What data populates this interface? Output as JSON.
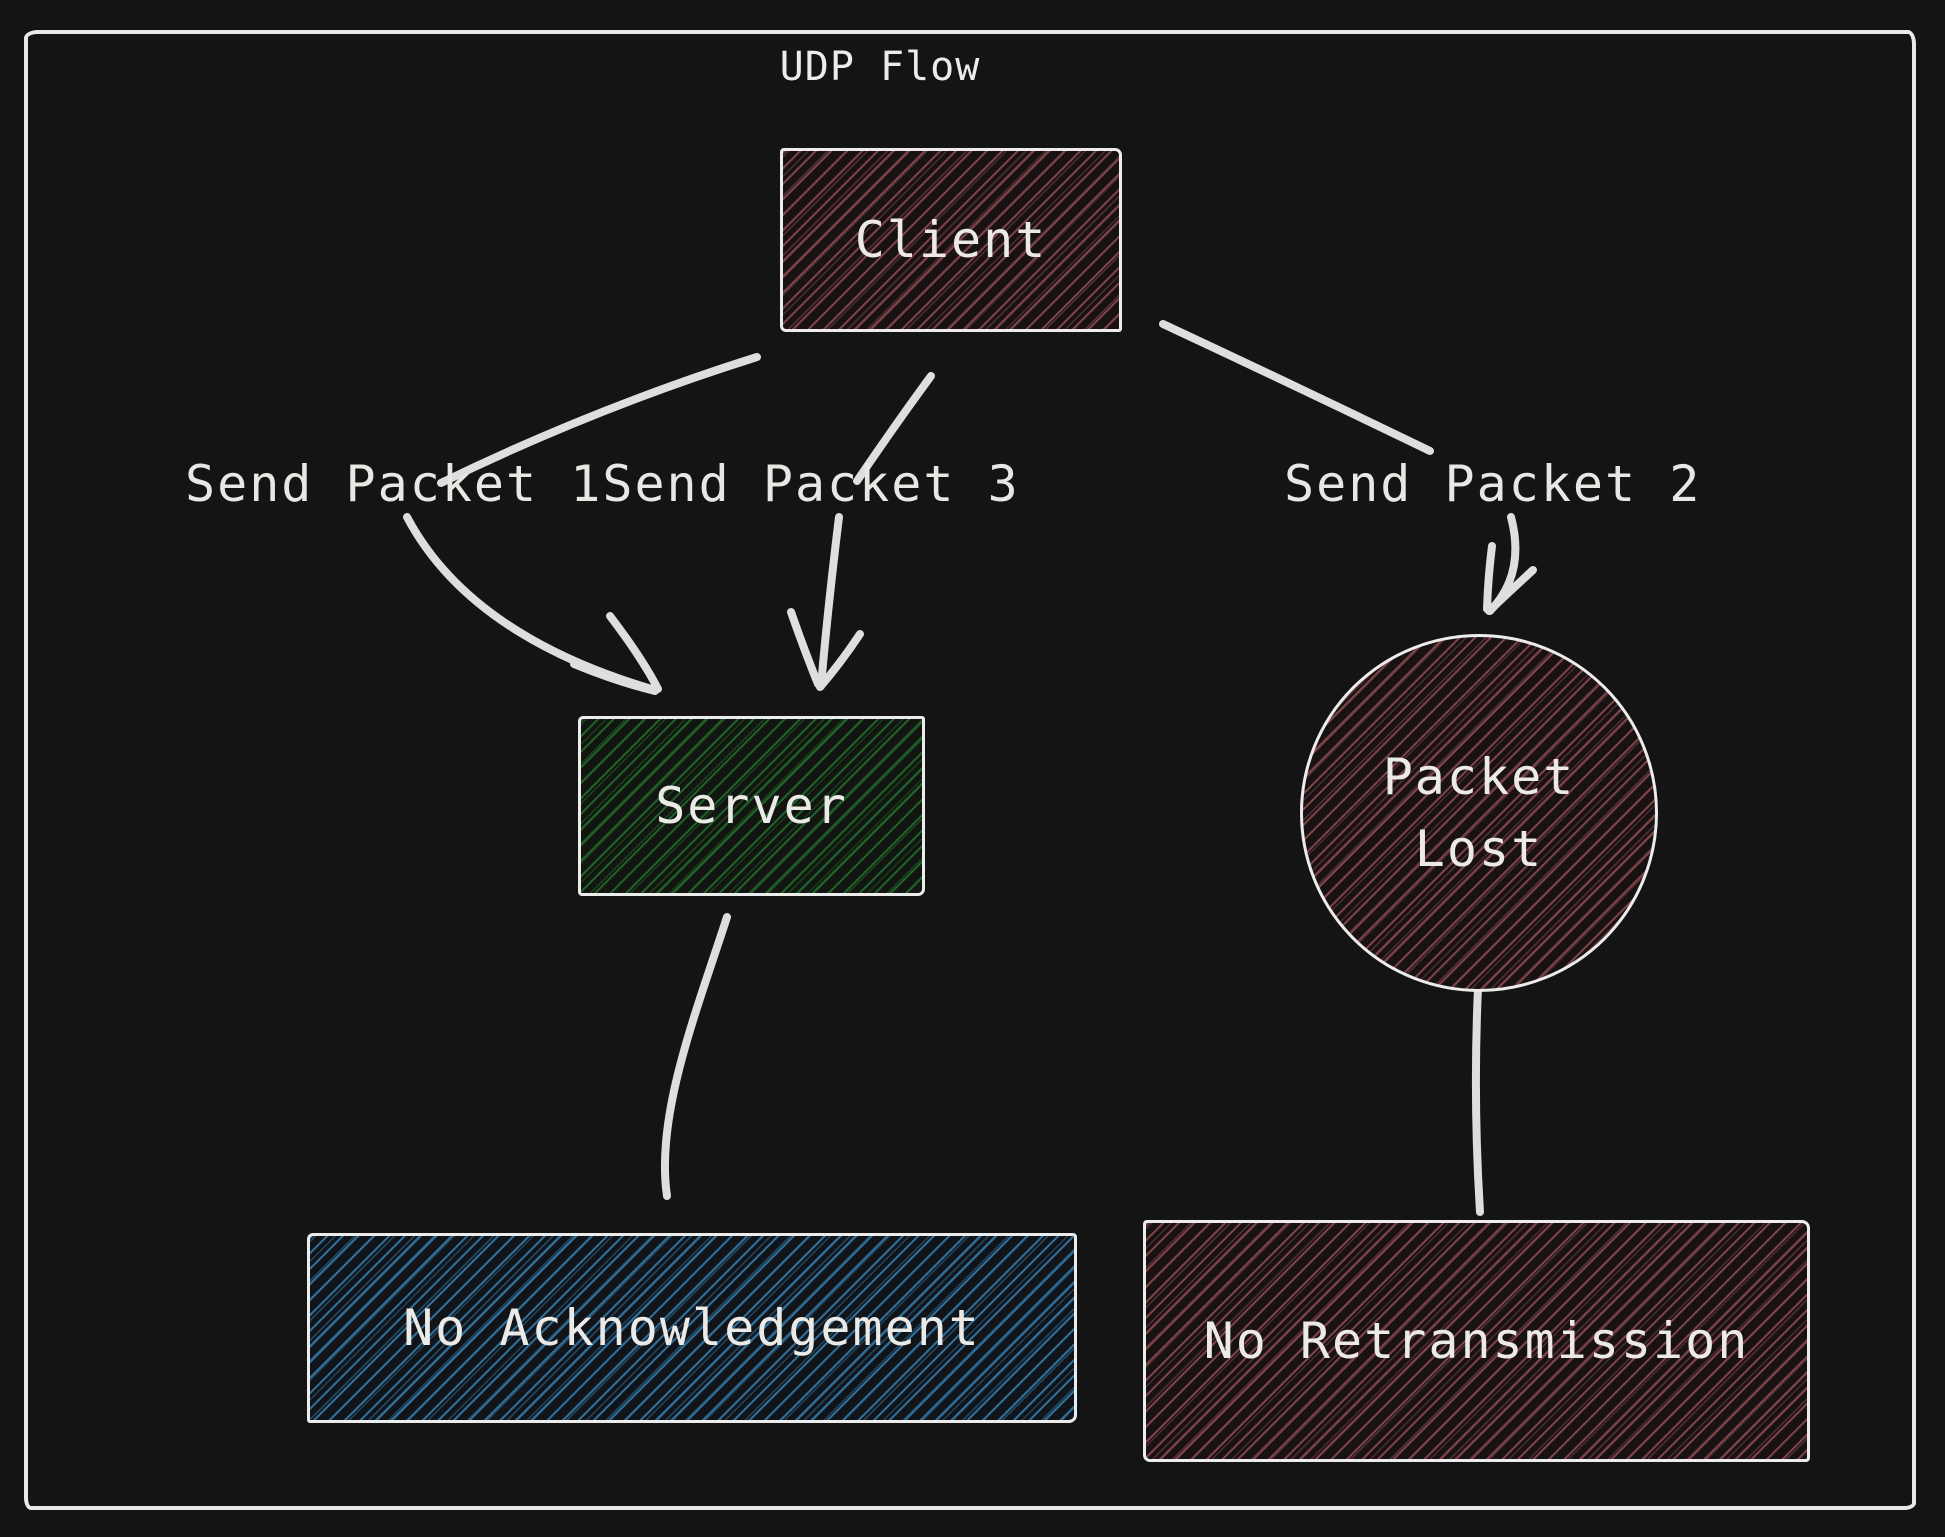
{
  "diagram": {
    "title": "UDP Flow",
    "nodes": [
      {
        "id": "client",
        "label": "Client",
        "shape": "rectangle",
        "hatch_color": "#7a4146"
      },
      {
        "id": "server",
        "label": "Server",
        "shape": "rectangle",
        "hatch_color": "#1e5f2a"
      },
      {
        "id": "packet-lost",
        "label": "Packet Lost",
        "shape": "ellipse",
        "hatch_color": "#7a4146"
      },
      {
        "id": "no-ack",
        "label": "No Acknowledgement",
        "shape": "rectangle",
        "hatch_color": "#2f6d96"
      },
      {
        "id": "no-retrans",
        "label": "No Retransmission",
        "shape": "rectangle",
        "hatch_color": "#7a4146"
      }
    ],
    "edges": [
      {
        "label": "Send Packet 1",
        "from": "Client",
        "to": "Server"
      },
      {
        "label": "Send Packet 3",
        "from": "Client",
        "to": "Server"
      },
      {
        "label": "Send Packet 2",
        "from": "Client",
        "to": "Packet Lost"
      },
      {
        "label": "",
        "from": "Server",
        "to": "No Acknowledgement"
      },
      {
        "label": "",
        "from": "Packet Lost",
        "to": "No Retransmission"
      }
    ],
    "colors": {
      "background": "#141414",
      "stroke": "#dedede",
      "border": "#e9e9e9",
      "text": "#e9e7e4",
      "hatch_red": "#7a4146",
      "hatch_green": "#1e5f2a",
      "hatch_blue": "#2f6d96"
    }
  }
}
